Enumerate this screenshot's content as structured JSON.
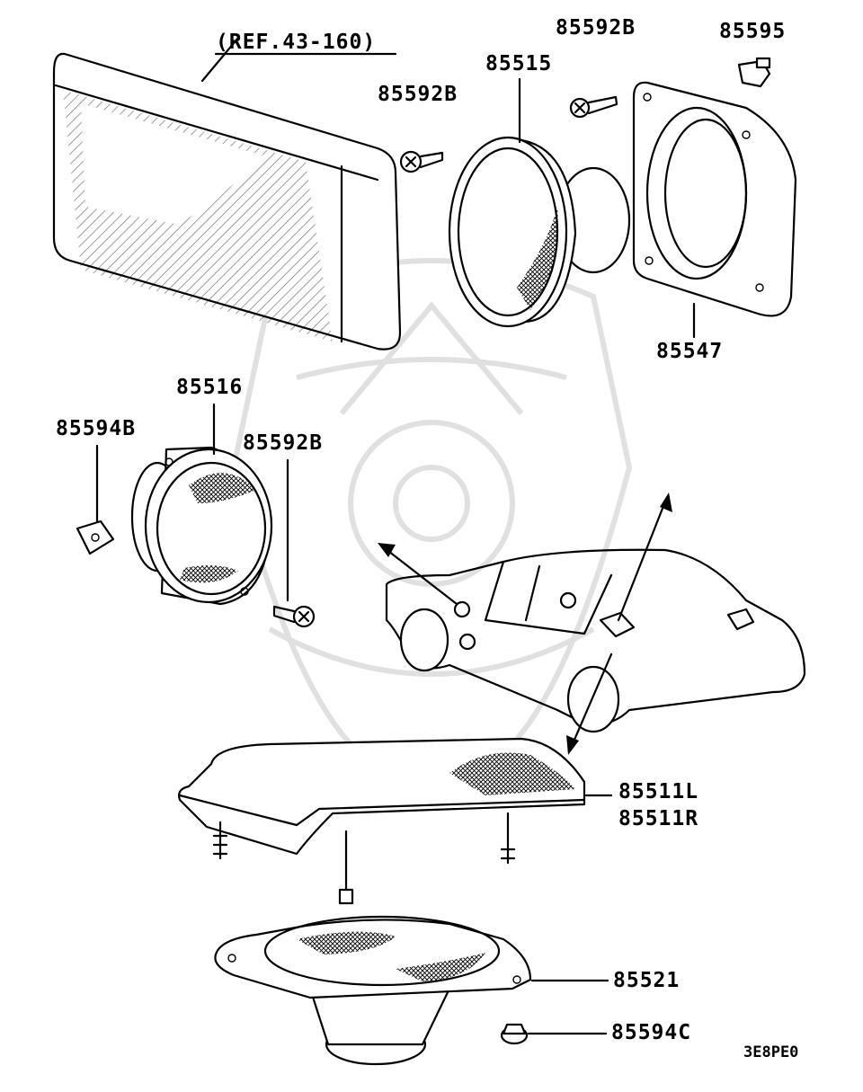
{
  "labels": {
    "ref": "(REF.43-160)",
    "p85592b_top": "85592B",
    "p85595": "85595",
    "p85515": "85515",
    "p85592b_mid": "85592B",
    "p85547": "85547",
    "p85516": "85516",
    "p85594b": "85594B",
    "p85592b_low": "85592B",
    "p85511l": "85511L",
    "p85511r": "85511R",
    "p85521": "85521",
    "p85594c": "85594C",
    "code": "3E8PE0"
  },
  "colors": {
    "line": "#000000",
    "background": "#ffffff",
    "watermark": "#d9d9d9"
  }
}
